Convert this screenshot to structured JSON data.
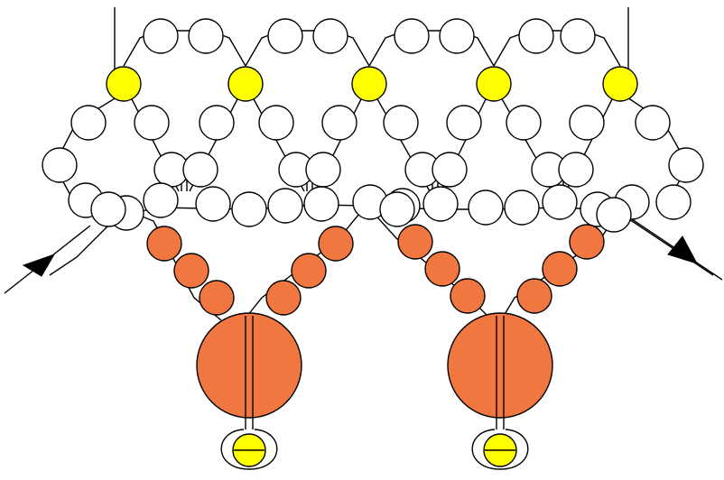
{
  "diagram": {
    "type": "beadwork-pattern",
    "colors": {
      "background": "#ffffff",
      "line": "#000000",
      "bead_outline": "#000000",
      "seed_bead_fill": "#ffffff",
      "yellow_bead_fill": "#ffff00",
      "orange_bead_fill": "#f07840"
    },
    "elements": {
      "thread_path": "thread",
      "white_seed_beads": "seed beads",
      "yellow_anchor_beads": 5,
      "orange_drops": 2,
      "direction_arrows": 2
    }
  }
}
